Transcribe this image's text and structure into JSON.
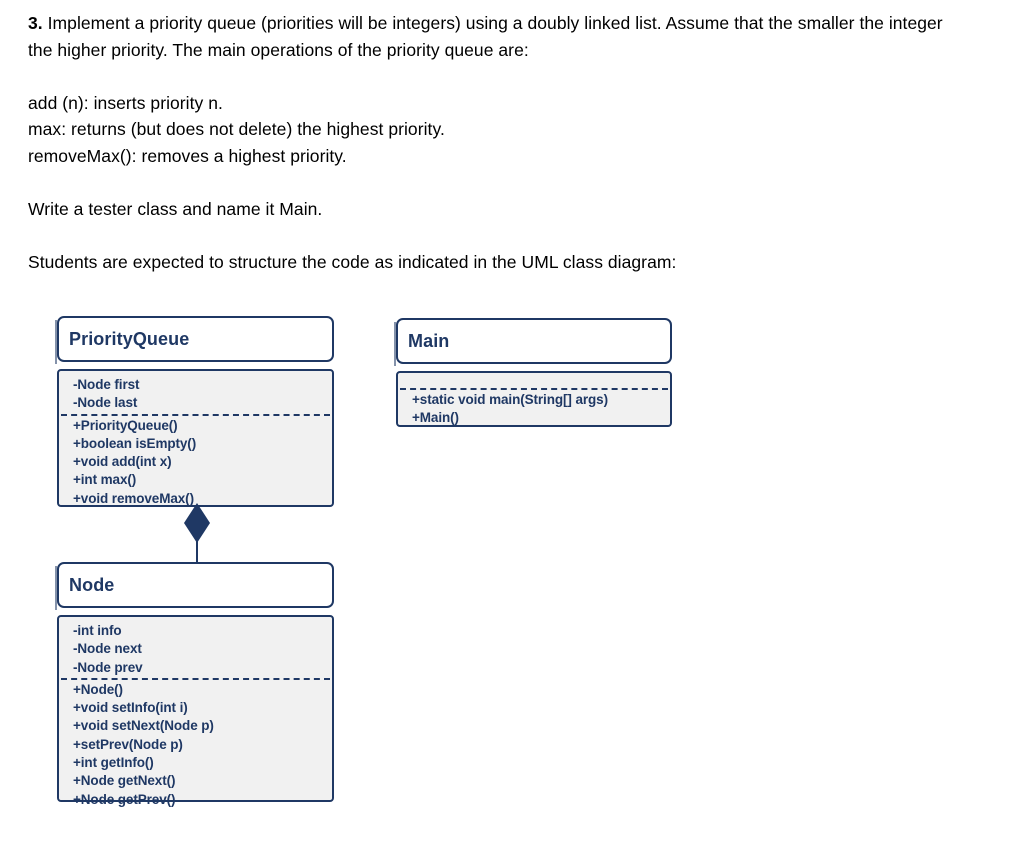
{
  "document": {
    "question_number": "3.",
    "paragraphs": [
      {
        "type": "text",
        "lead": "3.",
        "body": " Implement a priority queue (priorities will be integers) using a doubly linked list. Assume that the smaller the integer the higher priority. The main operations of the priority queue are:"
      },
      {
        "type": "spacer"
      },
      {
        "type": "text",
        "body": "add (n): inserts priority n."
      },
      {
        "type": "text",
        "body": "max: returns (but does not delete) the highest priority."
      },
      {
        "type": "text",
        "body": "removeMax(): removes a highest priority."
      },
      {
        "type": "spacer"
      },
      {
        "type": "text",
        "body": "Write a tester class and name it Main."
      },
      {
        "type": "spacer"
      },
      {
        "type": "text",
        "body": "Students are expected to structure the code as indicated in the UML class diagram:"
      }
    ],
    "line1": "Implement a priority queue (priorities will be integers) using a doubly linked list. Assume that the",
    "line2": "smaller the integer the higher priority. The main operations of the priority queue are:",
    "line3": "add (n): inserts priority n.",
    "line4": "max: returns (but does not delete) the highest priority.",
    "line5": "removeMax(): removes a highest priority.",
    "line6": "Write a tester class and name it Main.",
    "line7": "Students are expected to structure the code as indicated in the UML class diagram:"
  },
  "diagram": {
    "type": "uml-class-diagram",
    "colors": {
      "stroke": "#1F3864",
      "header_fill": "#FFFFFF",
      "body_fill": "#F1F1F1",
      "text": "#1F3864"
    },
    "classes": [
      {
        "name": "PriorityQueue",
        "attributes": [
          "-Node first",
          "-Node last"
        ],
        "methods": [
          "+PriorityQueue()",
          "+boolean isEmpty()",
          "+void add(int x)",
          "+int max()",
          "+void removeMax()"
        ]
      },
      {
        "name": "Main",
        "attributes": [],
        "methods": [
          "+static void main(String[] args)",
          "+Main()"
        ]
      },
      {
        "name": "Node",
        "attributes": [
          "-int info",
          "-Node next",
          "-Node prev"
        ],
        "methods": [
          "+Node()",
          "+void setInfo(int i)",
          "+void setNext(Node p)",
          "+setPrev(Node p)",
          "+int getInfo()",
          "+Node getNext()",
          "+Node getPrev()"
        ]
      }
    ],
    "relationships": [
      {
        "kind": "composition",
        "from": "PriorityQueue",
        "to": "Node",
        "marker": "filled-diamond"
      }
    ]
  }
}
